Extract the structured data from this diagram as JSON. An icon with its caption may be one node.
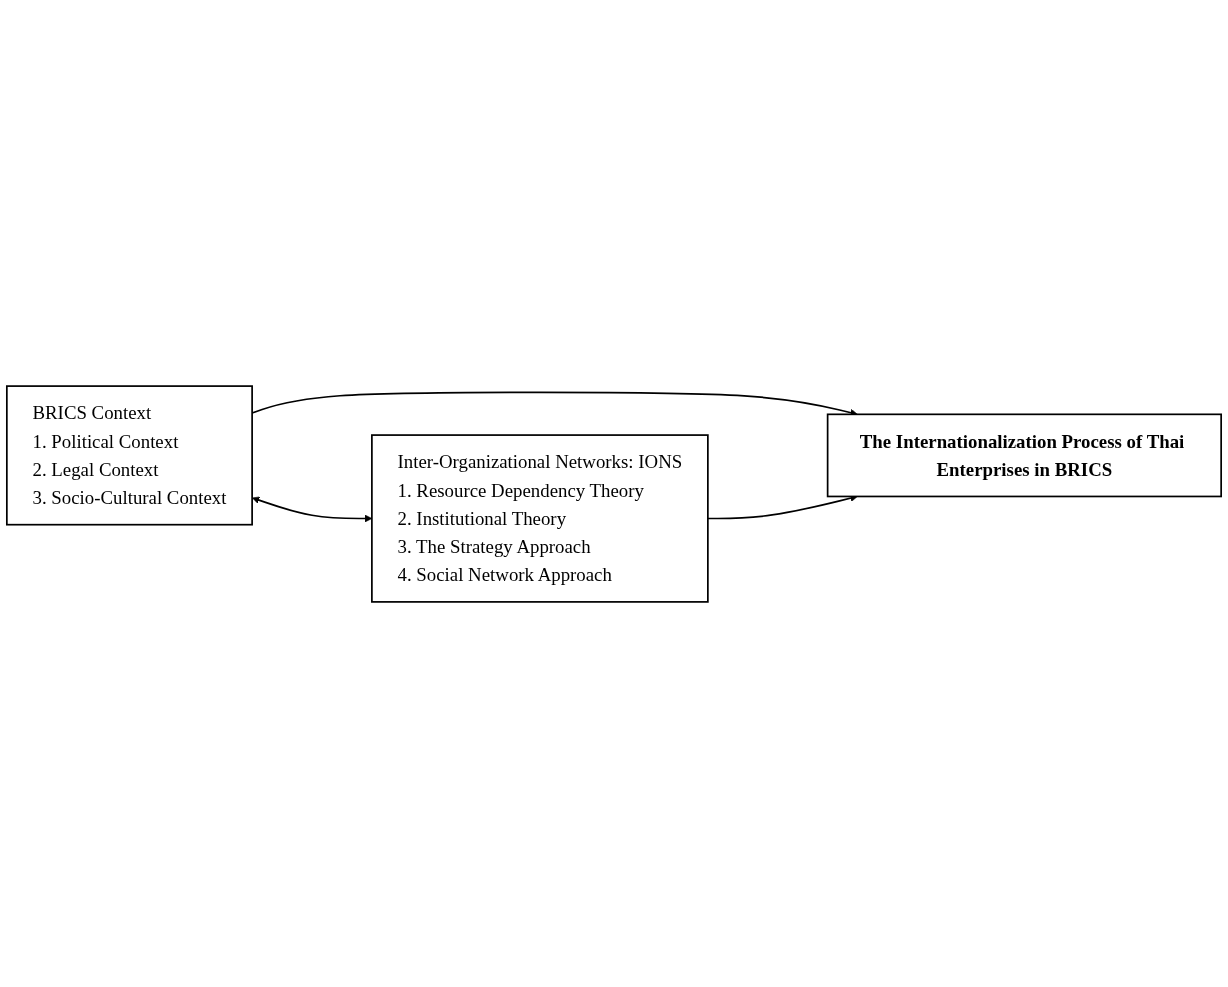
{
  "diagram": {
    "nodes": [
      {
        "text": [
          "BRICS Context",
          "1. Political Context",
          "2. Legal Context",
          "3. Socio-Cultural Context"
        ]
      },
      {
        "text": [
          "The Internationalization Process of Thai Enterprises in BRICS"
        ]
      },
      {
        "text": [
          "Inter-Organizational Networks: IONS",
          "1. Resource Dependency Theory",
          "2. Institutional Theory",
          "3. The Strategy Approach",
          "4. Social Network Approach"
        ]
      }
    ],
    "edges": [
      {
        "from": 0,
        "to": 1,
        "arrow": "to"
      },
      {
        "from": 0,
        "to": 2,
        "arrow": "both"
      },
      {
        "from": 2,
        "to": 1,
        "arrow": "to"
      }
    ]
  }
}
